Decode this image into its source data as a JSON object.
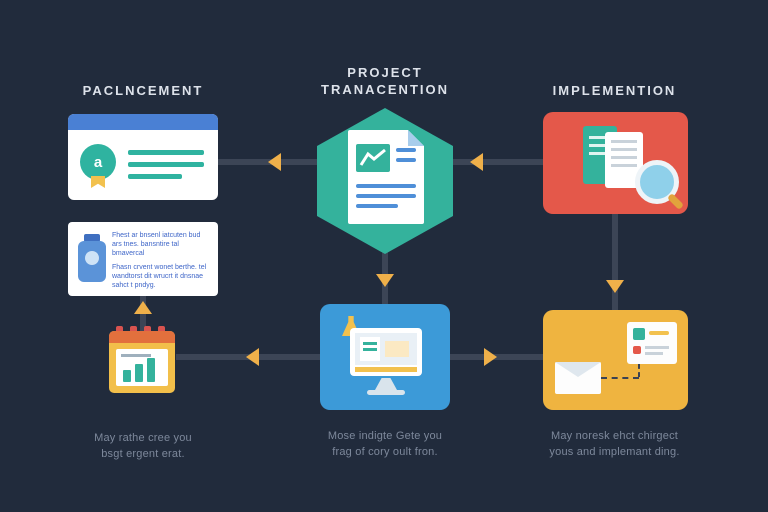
{
  "headers": {
    "left": "PACLNCEMENT",
    "middle_line1": "PROJECT",
    "middle_line2": "TRANACENTION",
    "right": "IMPLEMENTION"
  },
  "captions": {
    "left": [
      "May rathe cree you",
      "bsgt ergent erat."
    ],
    "middle": [
      "Mose indigte Gete you",
      "frag of cory oult fron."
    ],
    "right": [
      "May noresk ehct chirgect",
      "yous and implemant ding."
    ]
  },
  "note_card": {
    "lines": [
      "Fhest ar bnsenl iatcuten bud",
      "ars tnes. bansntire tal",
      "bmavercal",
      "Fhasn crvent wonet berthe. tel",
      "wandtorst dit wrucrt it dnsnae",
      "sahct t pndyg."
    ]
  },
  "badge_letter": "a",
  "icons": {
    "left": [
      "browser-window",
      "award-badge",
      "jar",
      "calendar-chart"
    ],
    "middle": [
      "hexagon-document-chart",
      "monitor",
      "flask"
    ],
    "right": [
      "document-magnifier",
      "envelope-contact-card"
    ]
  },
  "colors": {
    "background": "#212b3c",
    "connector": "#3c4556",
    "arrow": "#efb04a",
    "teal": "#34b29c",
    "blue_card": "#3c9ad8",
    "red_card": "#e4584a",
    "yellow_card": "#efb440",
    "browser_bar": "#4a80d4",
    "header_text": "#dde2ea",
    "caption_text": "#7d889b"
  }
}
